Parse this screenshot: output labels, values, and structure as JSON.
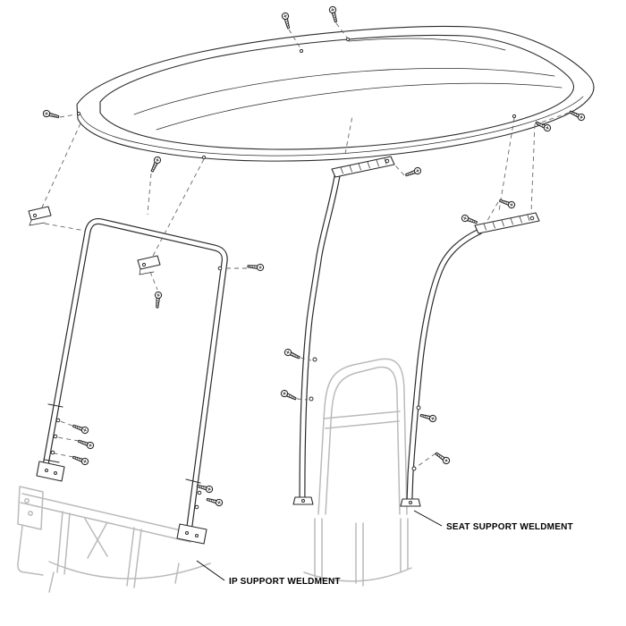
{
  "diagram": {
    "type": "exploded-assembly-diagram",
    "background": "#ffffff",
    "colors": {
      "line": "#2b2b2b",
      "ghost": "#bababa",
      "label": "#000000"
    },
    "labels": {
      "seat_support_weldment": "SEAT SUPPORT WELDMENT",
      "ip_support_weldment": "IP SUPPORT WELDMENT"
    },
    "parts": [
      {
        "id": "roof-canopy"
      },
      {
        "id": "ip-support-weldment"
      },
      {
        "id": "seat-support-weldment"
      },
      {
        "id": "roof-clamp-brackets"
      },
      {
        "id": "mounting-screws"
      },
      {
        "id": "chassis-ghost-reference"
      }
    ]
  }
}
